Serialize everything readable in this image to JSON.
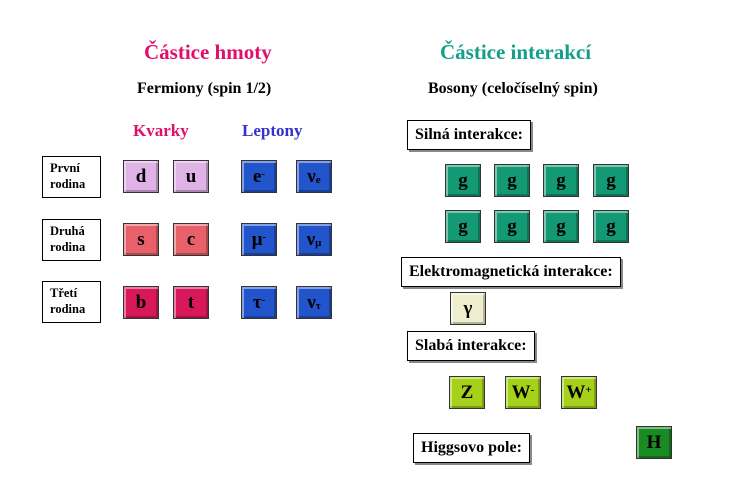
{
  "left": {
    "title": "Částice hmoty",
    "subtitle": "Fermiony (spin 1/2)",
    "quarks_label": "Kvarky",
    "leptons_label": "Leptony",
    "families": [
      {
        "line1": "První",
        "line2": "rodina"
      },
      {
        "line1": "Druhá",
        "line2": "rodina"
      },
      {
        "line1": "Třetí",
        "line2": "rodina"
      }
    ],
    "quarks": [
      [
        "d",
        "u"
      ],
      [
        "s",
        "c"
      ],
      [
        "b",
        "t"
      ]
    ],
    "leptons": [
      {
        "charged": {
          "base": "e",
          "sup": "-"
        },
        "neutrino": {
          "base": "ν",
          "sub": "e"
        }
      },
      {
        "charged": {
          "base": "μ",
          "sup": "-"
        },
        "neutrino": {
          "base": "ν",
          "sub": "μ"
        }
      },
      {
        "charged": {
          "base": "τ",
          "sup": "-"
        },
        "neutrino": {
          "base": "ν",
          "sub": "τ"
        }
      }
    ]
  },
  "right": {
    "title": "Částice interakcí",
    "subtitle": "Bosony (celočíselný spin)",
    "strong_label": "Silná interakce:",
    "gluon": "g",
    "em_label": "Elektromagnetická interakce:",
    "photon": "γ",
    "weak_label": "Slabá interakce:",
    "weak_bosons": [
      {
        "base": "Z",
        "sup": ""
      },
      {
        "base": "W",
        "sup": "-"
      },
      {
        "base": "W",
        "sup": "+"
      }
    ],
    "higgs_label": "Higgsovo pole:",
    "higgs": "H"
  },
  "colors": {
    "title_left": "#e0106a",
    "title_right": "#12a08a",
    "quarks_label": "#e0106a",
    "leptons_label": "#3333cc",
    "tile_d_u": "#dfb3e6",
    "tile_s_c": "#e8606a",
    "tile_b_t": "#d8185a",
    "tile_lepton": "#2255cc",
    "tile_gluon": "#139a74",
    "tile_photon": "#efefd0",
    "tile_weak": "#a6d11a",
    "tile_higgs": "#1a8a22"
  }
}
